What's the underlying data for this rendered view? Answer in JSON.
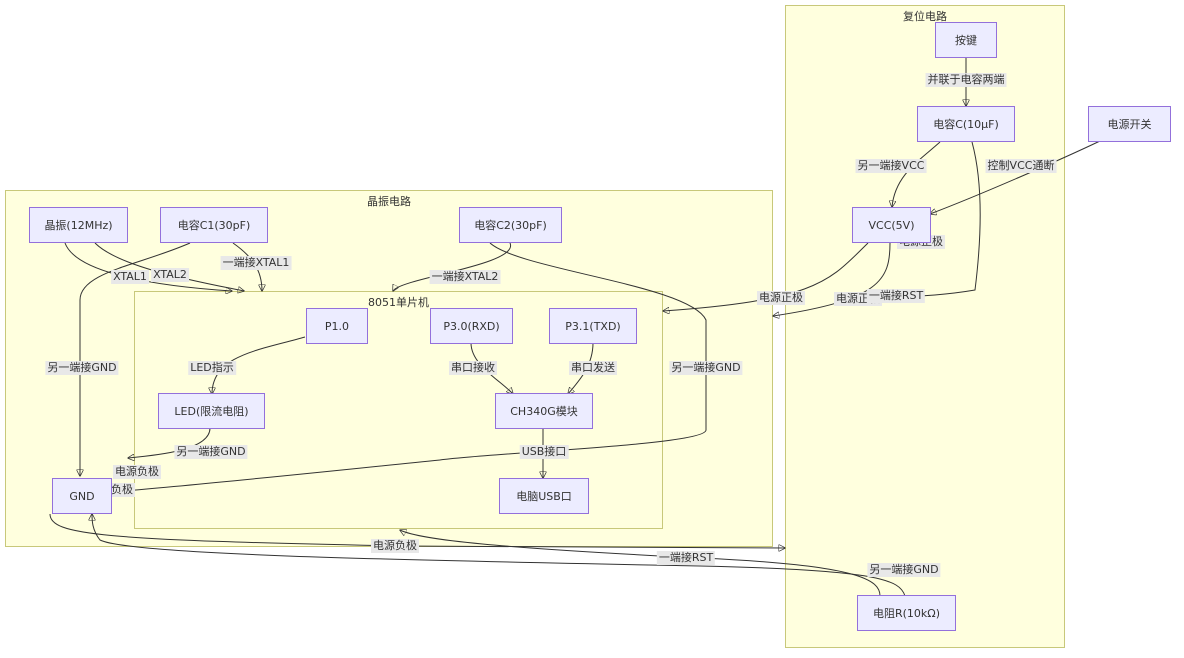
{
  "clusters": {
    "reset": "复位电路",
    "crystal": "晶振电路",
    "mcu": "8051单片机"
  },
  "nodes": {
    "button": "按键",
    "cap_c": "电容C(10μF)",
    "power_switch": "电源开关",
    "vcc": "VCC(5V)",
    "crystal": "晶振(12MHz)",
    "cap_c1": "电容C1(30pF)",
    "cap_c2": "电容C2(30pF)",
    "p10": "P1.0",
    "p30": "P3.0(RXD)",
    "p31": "P3.1(TXD)",
    "led": "LED(限流电阻)",
    "ch340g": "CH340G模块",
    "pc_usb": "电脑USB口",
    "gnd": "GND",
    "res_r": "电阻R(10kΩ)"
  },
  "edge_labels": {
    "parallel_cap": "并联于电容两端",
    "other_end_vcc": "另一端接VCC",
    "control_vcc": "控制VCC通断",
    "vcc_positive_a": "电源正极",
    "vcc_positive_b": "电源正极",
    "vcc_positive_c": "电源正极",
    "one_end_rst_a": "一端接RST",
    "xtal1": "XTAL1",
    "xtal2": "XTAL2",
    "one_end_xtal1": "一端接XTAL1",
    "one_end_xtal2": "一端接XTAL2",
    "other_end_gnd_c1": "另一端接GND",
    "other_end_gnd_c2": "另一端接GND",
    "led_indicator": "LED指示",
    "serial_rx": "串口接收",
    "serial_tx": "串口发送",
    "other_end_gnd_led": "另一端接GND",
    "usb_port": "USB接口",
    "power_negative_a": "电源负极",
    "power_negative_b": "负极",
    "power_negative_c": "电源负极",
    "one_end_rst_b": "一端接RST",
    "other_end_gnd_r": "另一端接GND"
  },
  "colors": {
    "cluster_fill": "#ffffde",
    "cluster_border": "#c8c87a",
    "node_fill": "#ececff",
    "node_border": "#9370db",
    "edge": "#333333",
    "label_bg": "#e8e8e8"
  }
}
